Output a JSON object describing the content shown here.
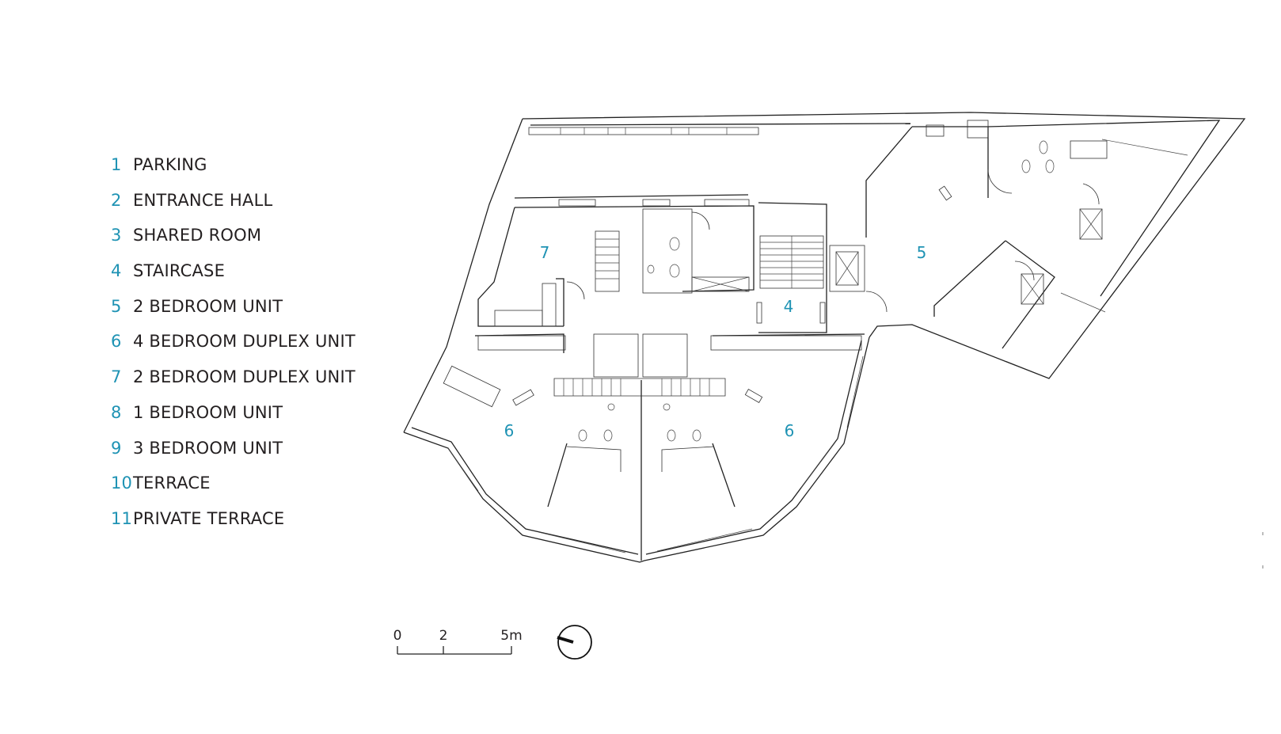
{
  "legend": {
    "items": [
      {
        "num": "1",
        "label": "PARKING"
      },
      {
        "num": "2",
        "label": "ENTRANCE HALL"
      },
      {
        "num": "3",
        "label": "SHARED ROOM"
      },
      {
        "num": "4",
        "label": "STAIRCASE"
      },
      {
        "num": "5",
        "label": "2 BEDROOM UNIT"
      },
      {
        "num": "6",
        "label": "4 BEDROOM DUPLEX   UNIT"
      },
      {
        "num": "7",
        "label": "2 BEDROOM DUPLEX   UNIT"
      },
      {
        "num": "8",
        "label": "1 BEDROOM UNIT"
      },
      {
        "num": "9",
        "label": "3 BEDROOM UNIT"
      },
      {
        "num": "10",
        "label": "TERRACE"
      },
      {
        "num": "11",
        "label": "PRIVATE TERRACE"
      }
    ]
  },
  "plan": {
    "room_labels": {
      "unit_7": "7",
      "unit_5": "5",
      "staircase_4": "4",
      "unit_6_left": "6",
      "unit_6_right": "6"
    }
  },
  "scale_bar": {
    "tick_0": "0",
    "tick_2": "2",
    "tick_5": "5m"
  }
}
